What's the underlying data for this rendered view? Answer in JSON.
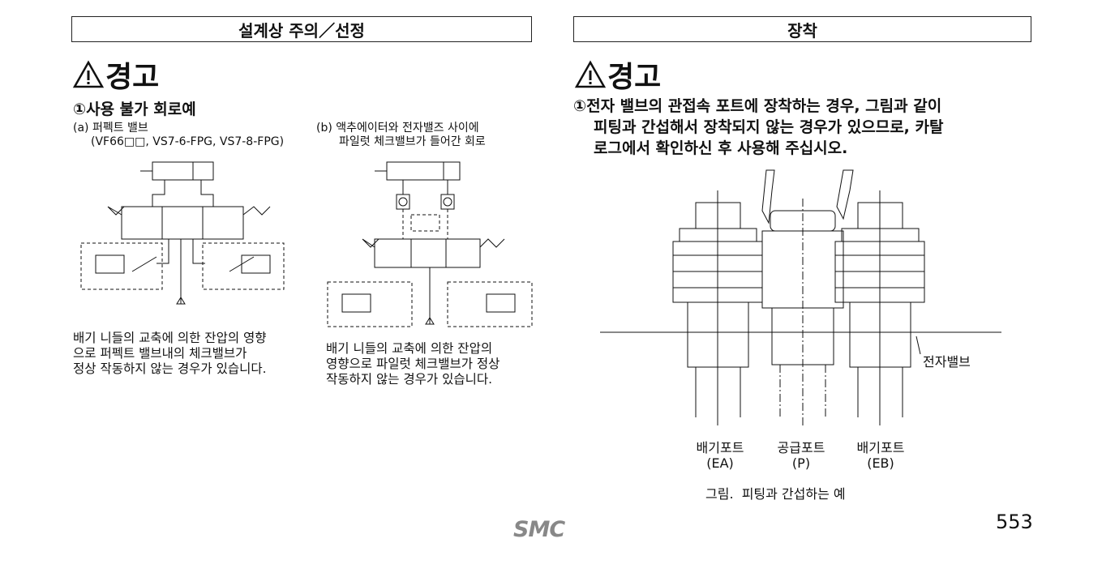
{
  "left": {
    "header": "설계상 주의／선정",
    "warning": "경고",
    "item_title": "①사용 불가 회로예",
    "a": {
      "title": "(a) 퍼펙트 밸브",
      "models": "(VF66□□, VS7-6-FPG, VS7-8-FPG)",
      "desc": [
        "배기 니들의 교축에 의한 잔압의 영향",
        "으로 퍼펙트 밸브내의 체크밸브가",
        "정상 작동하지 않는 경우가 있습니다."
      ]
    },
    "b": {
      "title": "(b) 액추에이터와 전자밸즈 사이에",
      "title2": "파일럿 체크밸브가 들어간 회로",
      "desc": [
        "배기 니들의 교축에 의한 잔압의",
        "영향으로 파일럿 체크밸브가 정상",
        "작동하지 않는 경우가 있습니다."
      ]
    }
  },
  "right": {
    "header": "장착",
    "warning": "경고",
    "item_lines": [
      "①전자 밸브의 관접속 포트에 장착하는 경우, 그림과 같이",
      "피팅과 간섭해서 장착되지 않는 경우가 있으므로, 카탈",
      "로그에서 확인하신 후 사용해 주십시오."
    ],
    "figure": {
      "valve_label": "전자밸브",
      "ports": [
        {
          "name": "배기포트",
          "code": "(EA)"
        },
        {
          "name": "공급포트",
          "code": "(P)"
        },
        {
          "name": "배기포트",
          "code": "(EB)"
        }
      ],
      "caption": "그림.  피팅과 간섭하는 예"
    }
  },
  "footer": {
    "logo": "SMC",
    "page_number": "553"
  }
}
